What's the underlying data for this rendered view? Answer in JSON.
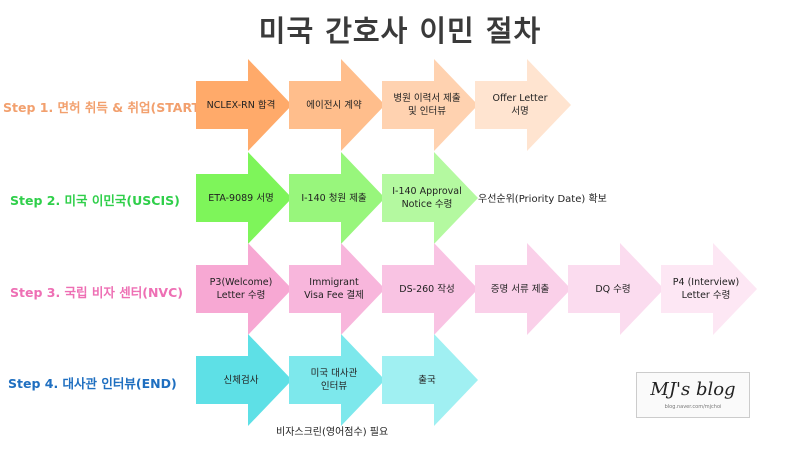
{
  "title": "미국 간호사 이민 절차",
  "colors": {
    "step1_label": "#f2a06e",
    "step2_label": "#2fcf4a",
    "step3_label": "#ee6fb4",
    "step4_label": "#1f6fc0",
    "step1_arrows": [
      "#ffaa6a",
      "#ffbe8c",
      "#ffd2b0",
      "#ffe4d0"
    ],
    "step2_arrows": [
      "#7ef55a",
      "#98f67c",
      "#b4f9a0"
    ],
    "step3_arrows": [
      "#f7a8d3",
      "#f8b6dc",
      "#f9c3e3",
      "#fad0e9",
      "#fbdcef",
      "#fde7f4"
    ],
    "step4_arrows": [
      "#5ee0e6",
      "#7de8ec",
      "#a0f0f2"
    ]
  },
  "steps": [
    {
      "label": "Step 1. 면허 취득 & 취업(START)",
      "arrows": [
        "NCLEX-RN 합격",
        "에이전시 계약",
        "병원 이력서 제출\n및 인터뷰",
        "Offer Letter\n서명"
      ]
    },
    {
      "label": "Step 2. 미국 이민국(USCIS)",
      "arrows": [
        "ETA-9089 서명",
        "I-140 청원 제출",
        "I-140 Approval\nNotice 수령"
      ],
      "note": "우선순위(Priority Date) 확보"
    },
    {
      "label": "Step 3. 국립 비자 센터(NVC)",
      "arrows": [
        "P3(Welcome)\nLetter 수령",
        "Immigrant\nVisa Fee 결제",
        "DS-260 작성",
        "증명 서류 제출",
        "DQ 수령",
        "P4 (Interview)\nLetter 수령"
      ]
    },
    {
      "label": "Step 4. 대사관 인터뷰(END)",
      "arrows": [
        "신체검사",
        "미국 대사관\n인터뷰",
        "출국"
      ],
      "note": "비자스크린(영어점수) 필요"
    }
  ],
  "logo": {
    "text": "MJ's blog",
    "sub": "blog.naver.com/mjchoi"
  }
}
